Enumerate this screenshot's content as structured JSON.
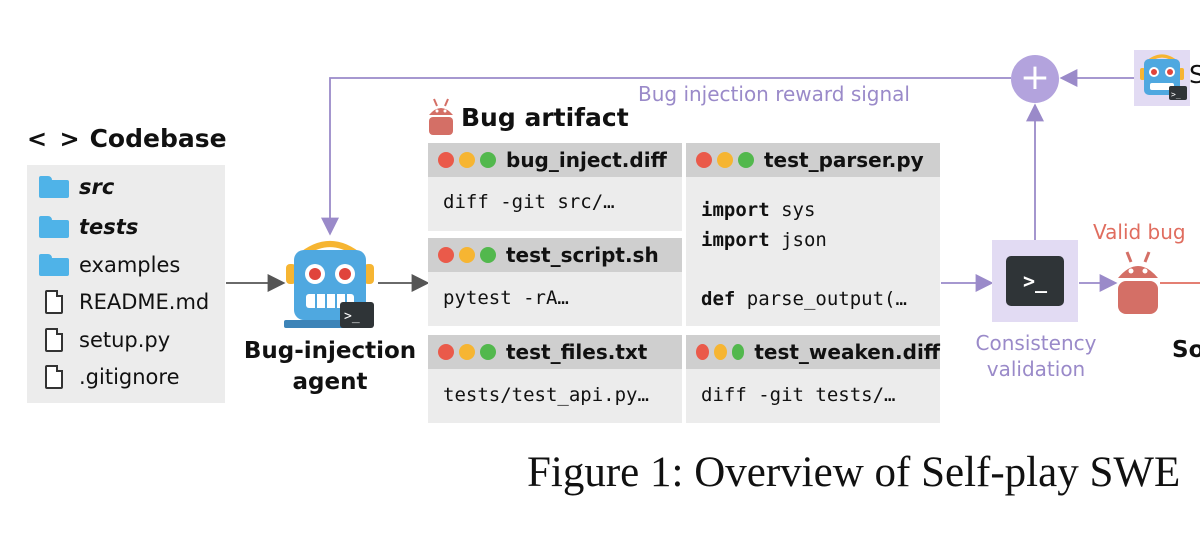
{
  "codebase": {
    "title": "Codebase",
    "items": [
      {
        "name": "src",
        "kind": "folder",
        "style": "bold-italic"
      },
      {
        "name": "tests",
        "kind": "folder",
        "style": "bold-italic"
      },
      {
        "name": "examples",
        "kind": "folder",
        "style": "normal"
      },
      {
        "name": "README.md",
        "kind": "file",
        "style": "normal"
      },
      {
        "name": "setup.py",
        "kind": "file",
        "style": "normal"
      },
      {
        "name": ".gitignore",
        "kind": "file",
        "style": "normal"
      }
    ]
  },
  "agent": {
    "label_line1": "Bug-injection",
    "label_line2": "agent",
    "icon": "robot-icon"
  },
  "artifact": {
    "title": "Bug artifact",
    "files": {
      "bug_inject": {
        "name": "bug_inject.diff",
        "code": "diff -git src/…"
      },
      "test_script": {
        "name": "test_script.sh",
        "code": "pytest -rA…"
      },
      "test_files": {
        "name": "test_files.txt",
        "code": "tests/test_api.py…"
      },
      "test_parser": {
        "name": "test_parser.py",
        "code_kw1": "import",
        "code_rest1": " sys",
        "code_kw2": "import",
        "code_rest2": " json",
        "code_kw3": "def",
        "code_rest3": " parse_output(…"
      },
      "test_weaken": {
        "name": "test_weaken.diff",
        "code": "diff -git tests/…"
      }
    }
  },
  "reward_signal": "Bug injection reward signal",
  "consistency": {
    "line1": "Consistency",
    "line2": "validation",
    "terminal_glyph": ">_"
  },
  "valid_bug": "Valid bug",
  "plus_symbol": "+",
  "cut_off_right_top": "S",
  "cut_off_right_bottom": "So",
  "caption": "Figure 1: Overview of Self-play SWE",
  "colors": {
    "purple": "#9a8ac9",
    "red": "#e06d5f",
    "folder": "#4fb3e8",
    "panel": "#ececec",
    "header": "#cfcfcf"
  }
}
